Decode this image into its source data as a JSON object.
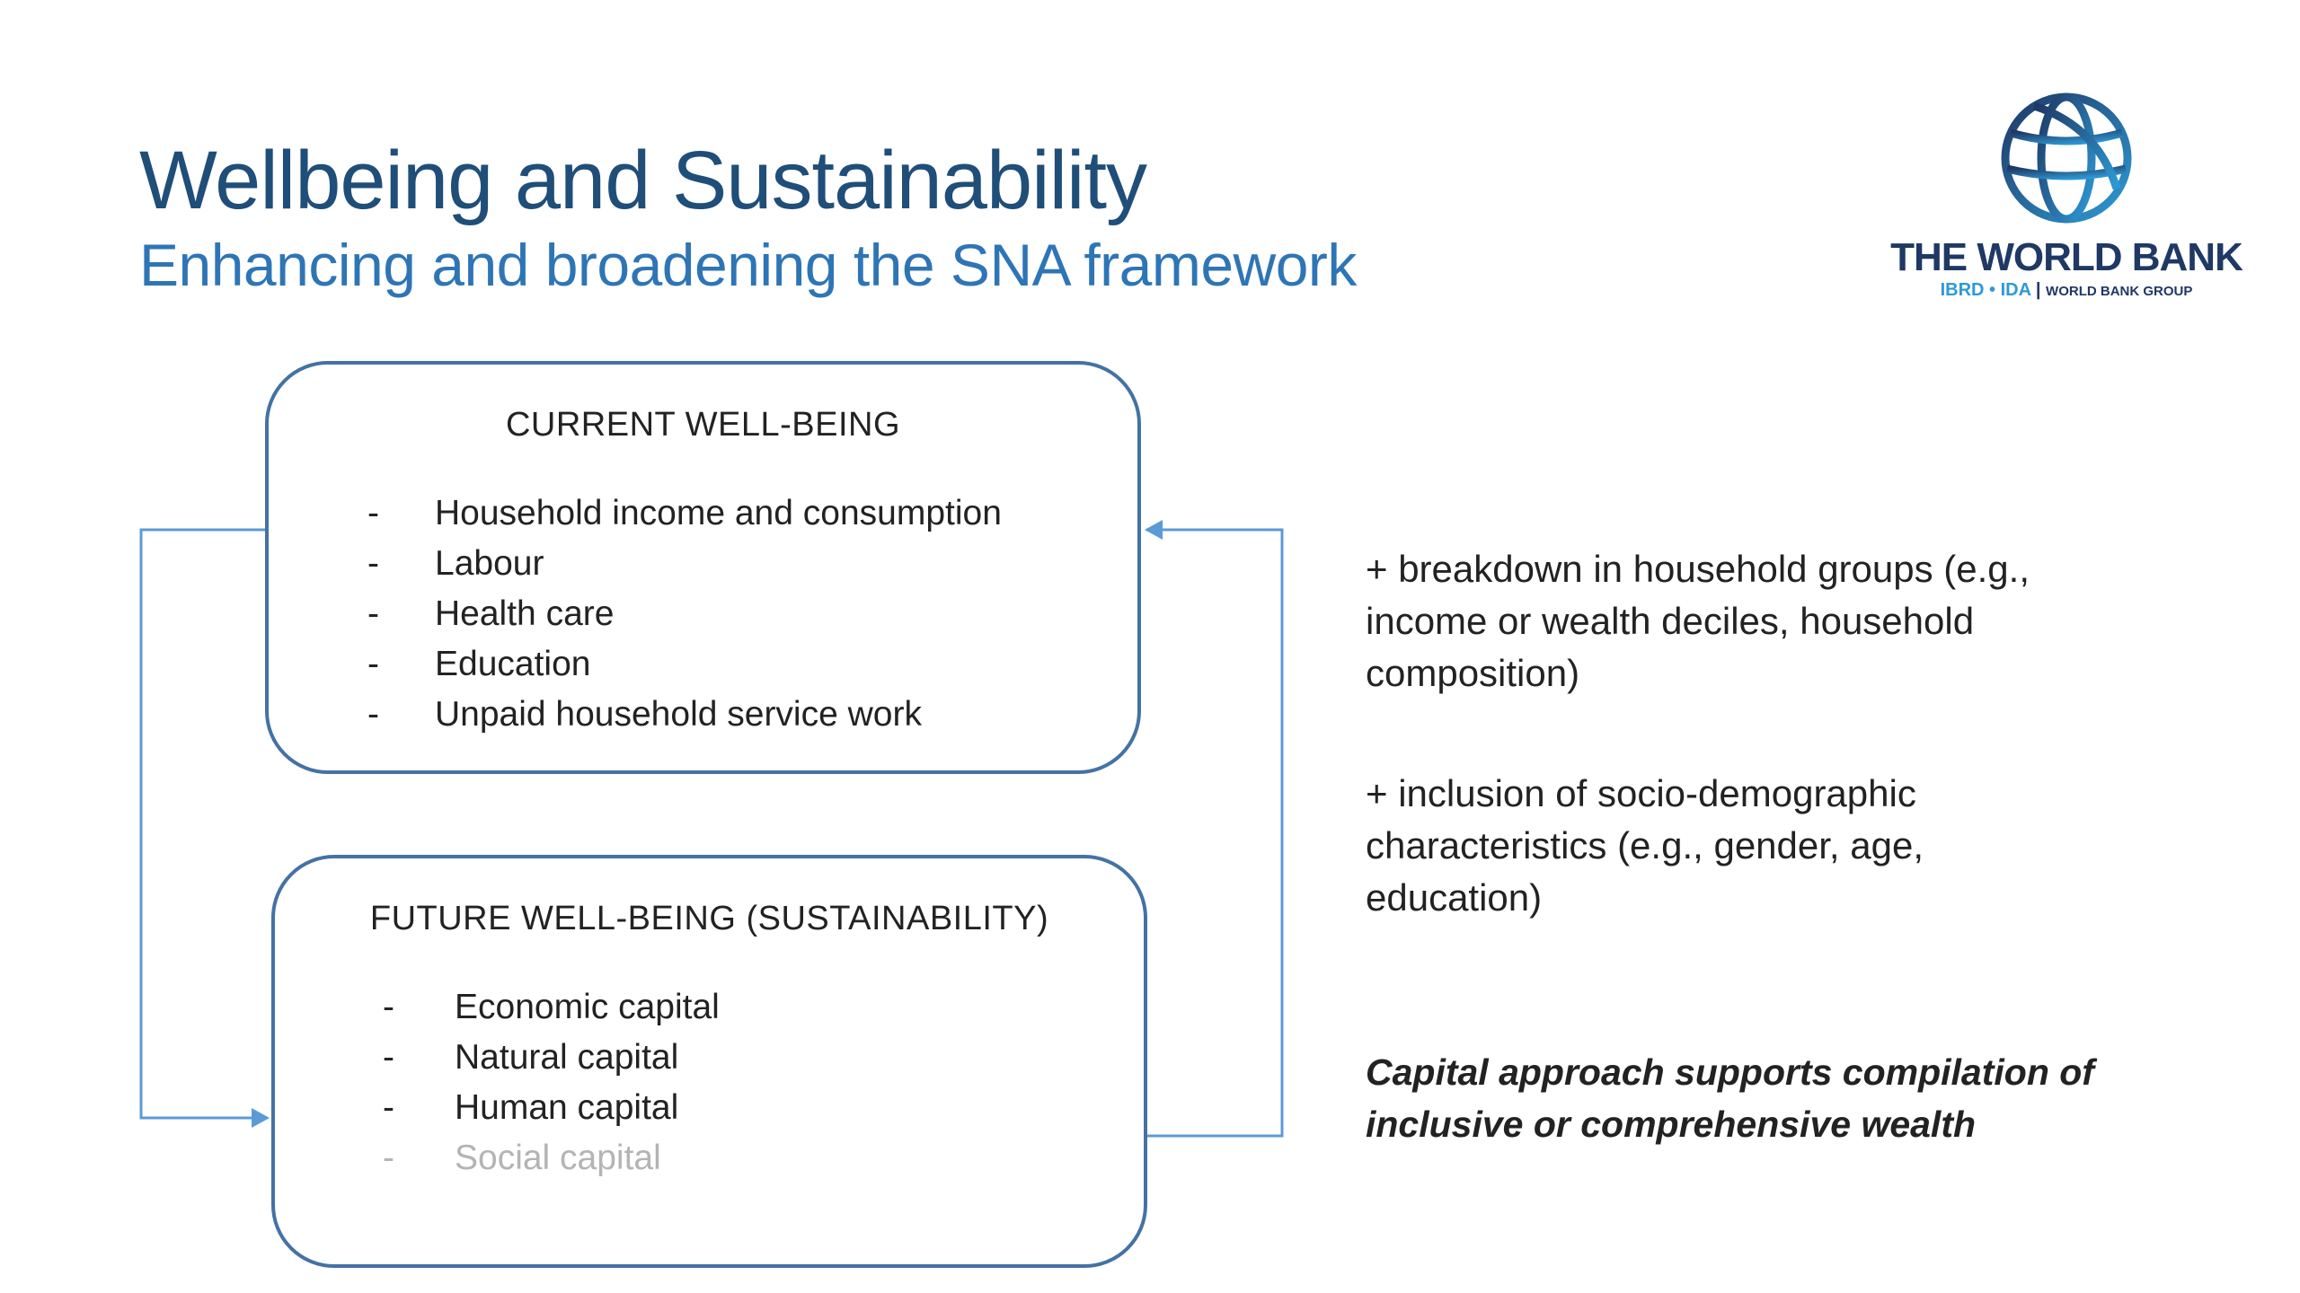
{
  "slide": {
    "title": "Wellbeing and Sustainability",
    "subtitle": "Enhancing and broadening the SNA framework"
  },
  "logo": {
    "name": "THE WORLD BANK",
    "ibrd_ida": "IBRD • IDA",
    "separator": "|",
    "group": "WORLD BANK GROUP",
    "icon": "globe-icon",
    "colors": {
      "primary": "#1f3864",
      "accent": "#2e9ad6"
    }
  },
  "diagram": {
    "current": {
      "heading": "CURRENT WELL-BEING",
      "items": [
        "Household income and consumption",
        "Labour",
        "Health care",
        "Education",
        "Unpaid household service work"
      ]
    },
    "future": {
      "heading": "FUTURE WELL-BEING (SUSTAINABILITY)",
      "items": [
        "Economic capital",
        "Natural capital",
        "Human capital",
        "Social capital"
      ]
    },
    "bullet": "-",
    "colors": {
      "box_border": "#4472a4",
      "connector": "#5b9bd5"
    }
  },
  "notes": {
    "breakdown": "+ breakdown in household groups (e.g., income or wealth deciles, household composition)",
    "inclusion": "+ inclusion of socio-demographic characteristics (e.g., gender, age, education)",
    "capital": "Capital approach supports compilation of inclusive or comprehensive wealth"
  },
  "colors": {
    "title": "#1f4e79",
    "subtitle": "#2e75b6",
    "text": "#222222",
    "faded_text": "#b4b4b4"
  }
}
